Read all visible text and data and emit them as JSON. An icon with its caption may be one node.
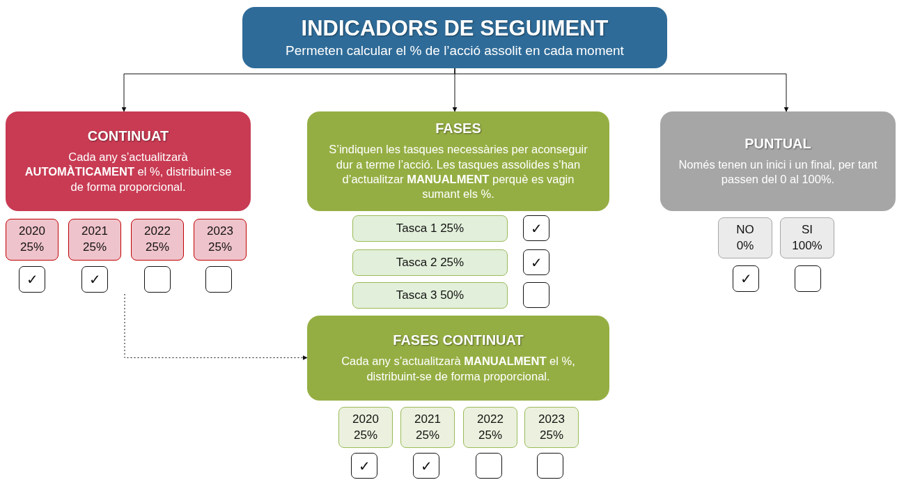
{
  "diagram": {
    "nodes": [
      {
        "text": [
          "INDICADORS DE SEGUIMENT",
          "Permeten calcular el % de l’acció assolit en cada moment"
        ]
      },
      {
        "text": [
          "CONTINUAT",
          "Cada any s’actualitzarà **AUTOMÀTICAMENT** el %, distribuint-se de forma proporcional."
        ]
      },
      {
        "text": [
          "FASES",
          "S’indiquen les tasques necessàries per aconseguir dur a terme l’acció. Les tasques assolides s’han d’actualitzar **MANUALMENT** perquè es vagin sumant els %."
        ]
      },
      {
        "text": [
          "PUNTUAL",
          "Només tenen un inici i un final, per tant passen del 0 al 100%."
        ]
      },
      {
        "text": [
          "2020 25%"
        ]
      },
      {
        "text": [
          "2021 25%"
        ]
      },
      {
        "text": [
          "2022 25%"
        ]
      },
      {
        "text": [
          "2023 25%"
        ]
      },
      {
        "text": [
          "✓"
        ]
      },
      {
        "text": [
          "✓"
        ]
      },
      {
        "text": [],
        "shape": "box"
      },
      {
        "text": [],
        "shape": "box"
      },
      {
        "text": [
          "Tasca 1 25%"
        ]
      },
      {
        "text": [
          "✓"
        ]
      },
      {
        "text": [
          "Tasca 2 25%"
        ]
      },
      {
        "text": [
          "✓"
        ]
      },
      {
        "text": [
          "Tasca 3 50%"
        ]
      },
      {
        "text": [],
        "shape": "box"
      },
      {
        "text": [
          "NO 0%"
        ]
      },
      {
        "text": [
          "SI 100%"
        ]
      },
      {
        "text": [
          "✓"
        ]
      },
      {
        "text": [],
        "shape": "box"
      },
      {
        "text": [
          "FASES CONTINUAT",
          "Cada any s’actualitzarà **MANUALMENT** el %, distribuint-se de forma proporcional."
        ]
      },
      {
        "text": [
          "2020 25%"
        ]
      },
      {
        "text": [
          "2021 25%"
        ]
      },
      {
        "text": [
          "2022 25%"
        ]
      },
      {
        "text": [
          "2023 25%"
        ]
      },
      {
        "text": [
          "✓"
        ]
      },
      {
        "text": [
          "✓"
        ]
      },
      {
        "text": [],
        "shape": "box"
      },
      {
        "text": [],
        "shape": "box"
      }
    ],
    "edges": [
      {
        "from": 0,
        "to": 1,
        "arrow": "to"
      },
      {
        "from": 0,
        "to": 2,
        "arrow": "to"
      },
      {
        "from": 0,
        "to": 3,
        "arrow": "to"
      },
      {
        "from": null,
        "to": 22,
        "arrow": "to",
        "style": "dashed"
      }
    ]
  }
}
